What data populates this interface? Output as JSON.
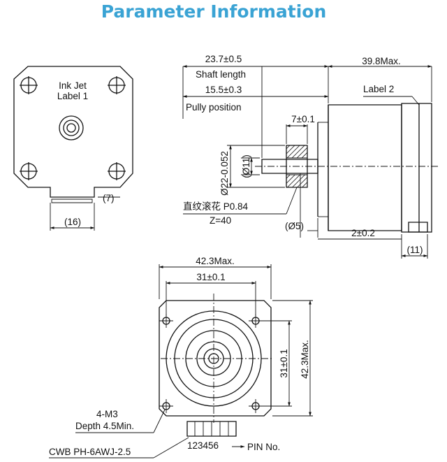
{
  "title": "Parameter Information",
  "front_view": {
    "label": "Ink Jet\nLabel 1",
    "dim_width": "(16)",
    "dim_side": "(7)"
  },
  "side_view": {
    "shaft_length_value": "23.7±0.5",
    "shaft_length_label": "Shaft  length",
    "pully_value": "15.5±0.3",
    "pully_label": "Pully position",
    "body_length": "39.8Max.",
    "label2": "Label 2",
    "pulley_width": "7±0.1",
    "pulley_diameter": "Ø22-0.052",
    "pulley_bore": "(Ø11)",
    "knurl_note": "直纹滚花 P0.84",
    "teeth": "Z=40",
    "shaft_dia": "(Ø5)",
    "boss": "2±0.2",
    "cable": "(11)"
  },
  "bottom_view": {
    "overall": "42.3Max.",
    "hole_spacing": "31±0.1",
    "hole_spacing_v": "31±0.1",
    "overall_v": "42.3Max.",
    "mount_holes": "4-M3",
    "depth": "Depth 4.5Min.",
    "connector": "CWB PH-6AWJ-2.5",
    "pins": "123456",
    "pin_label": "PIN No."
  }
}
